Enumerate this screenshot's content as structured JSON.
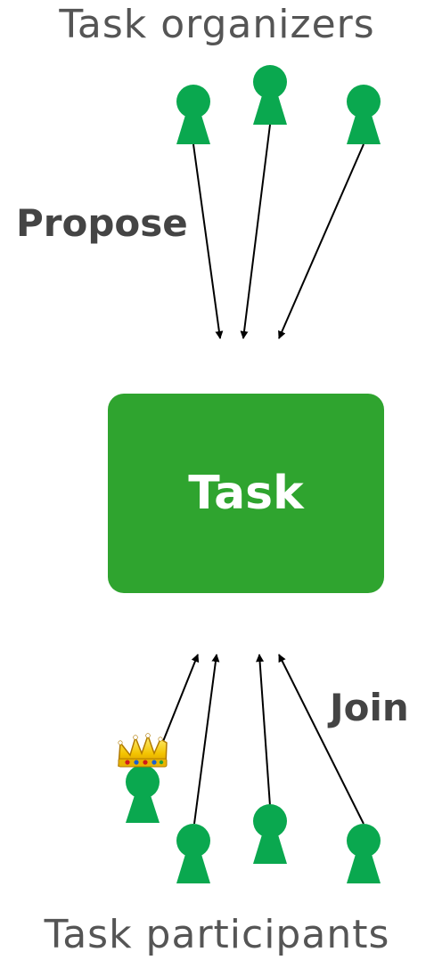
{
  "organizers_title": "Task organizers",
  "participants_title": "Task participants",
  "propose_label": "Propose",
  "join_label": "Join",
  "task_label": "Task",
  "colors": {
    "person": "#0aa84f",
    "task_box": "#2fa42f",
    "arrow": "#000000",
    "text": "#555555",
    "crown": "#f5c400"
  },
  "icons": {
    "organizer": "person-icon",
    "participant": "person-icon",
    "leader_marker": "crown-icon"
  }
}
